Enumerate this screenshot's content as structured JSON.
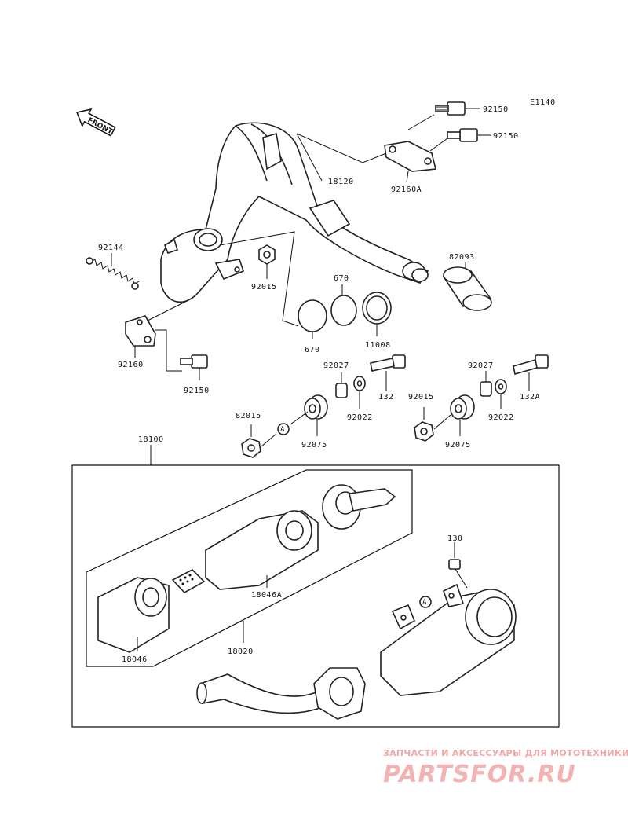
{
  "diagram_code": "E1140",
  "front_arrow": {
    "label": "FRONT"
  },
  "callouts": {
    "c92150_a": "92150",
    "c92150_b": "92150",
    "c18120": "18120",
    "c92160a": "92160A",
    "c92144": "92144",
    "c92015_a": "92015",
    "c82093": "82093",
    "c670_top": "670",
    "c670_bot": "670",
    "c11008": "11008",
    "c92160": "92160",
    "c92150_c": "92150",
    "c92027_a": "92027",
    "c132": "132",
    "c92022_a": "92022",
    "c82015": "82015",
    "c92075_a": "92075",
    "c92027_b": "92027",
    "c132a": "132A",
    "c92015_b": "92015",
    "c92022_b": "92022",
    "c92075_b": "92075",
    "c18100": "18100",
    "c18046a": "18046A",
    "c18046": "18046",
    "c18020": "18020",
    "c130": "130"
  },
  "ref_marker": "A",
  "watermark": {
    "tagline": "ЗАПЧАСТИ И АКСЕССУАРЫ ДЛЯ МОТОТЕХНИКИ",
    "logo": "PARTSFOR.RU"
  }
}
